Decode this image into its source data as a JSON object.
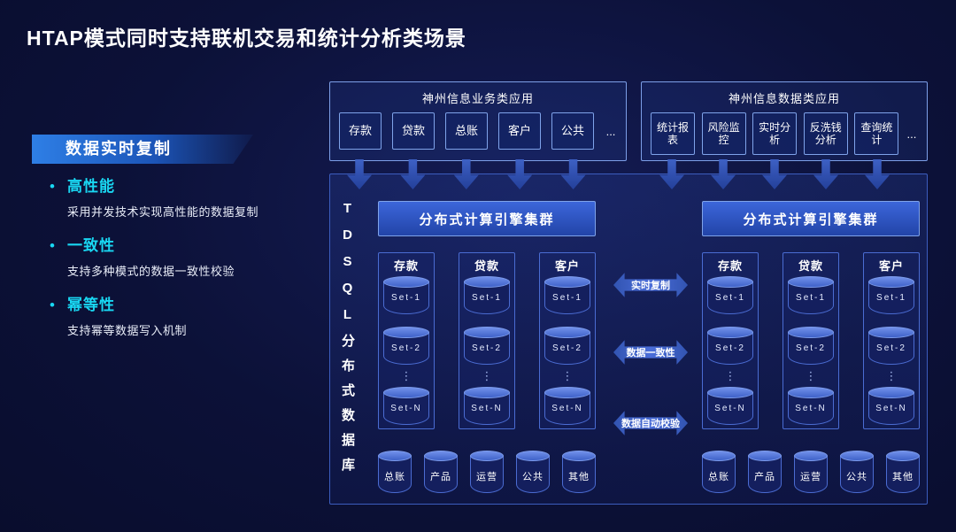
{
  "title": "HTAP模式同时支持联机交易和统计分析类场景",
  "left_panel": {
    "banner": "数据实时复制",
    "bullets": [
      {
        "dot": "•",
        "heading": "高性能",
        "desc": "采用并发技术实现高性能的数据复制"
      },
      {
        "dot": "•",
        "heading": "一致性",
        "desc": "支持多种模式的数据一致性校验"
      },
      {
        "dot": "•",
        "heading": "幂等性",
        "desc": "支持幂等数据写入机制"
      }
    ]
  },
  "app_business": {
    "title": "神州信息业务类应用",
    "items": [
      "存款",
      "贷款",
      "总账",
      "客户",
      "公共"
    ],
    "more": "..."
  },
  "app_data": {
    "title": "神州信息数据类应用",
    "items": [
      "统计报表",
      "风险监控",
      "实时分析",
      "反洗钱分析",
      "查询统计"
    ],
    "more": "..."
  },
  "database": {
    "vertical_label": "TDSQL分布式数据库",
    "ellipsis": "⋮",
    "links": [
      "实时复制",
      "数据一致性",
      "数据自动校验"
    ],
    "clusters": [
      {
        "engine": "分布式计算引擎集群",
        "groups": [
          {
            "title": "存款",
            "sets": [
              "Set-1",
              "Set-2",
              "Set-N"
            ]
          },
          {
            "title": "贷款",
            "sets": [
              "Set-1",
              "Set-2",
              "Set-N"
            ]
          },
          {
            "title": "客户",
            "sets": [
              "Set-1",
              "Set-2",
              "Set-N"
            ]
          }
        ],
        "bottom": [
          "总账",
          "产品",
          "运营",
          "公共",
          "其他"
        ]
      },
      {
        "engine": "分布式计算引擎集群",
        "groups": [
          {
            "title": "存款",
            "sets": [
              "Set-1",
              "Set-2",
              "Set-N"
            ]
          },
          {
            "title": "贷款",
            "sets": [
              "Set-1",
              "Set-2",
              "Set-N"
            ]
          },
          {
            "title": "客户",
            "sets": [
              "Set-1",
              "Set-2",
              "Set-N"
            ]
          }
        ],
        "bottom": [
          "总账",
          "产品",
          "运营",
          "公共",
          "其他"
        ]
      }
    ]
  }
}
